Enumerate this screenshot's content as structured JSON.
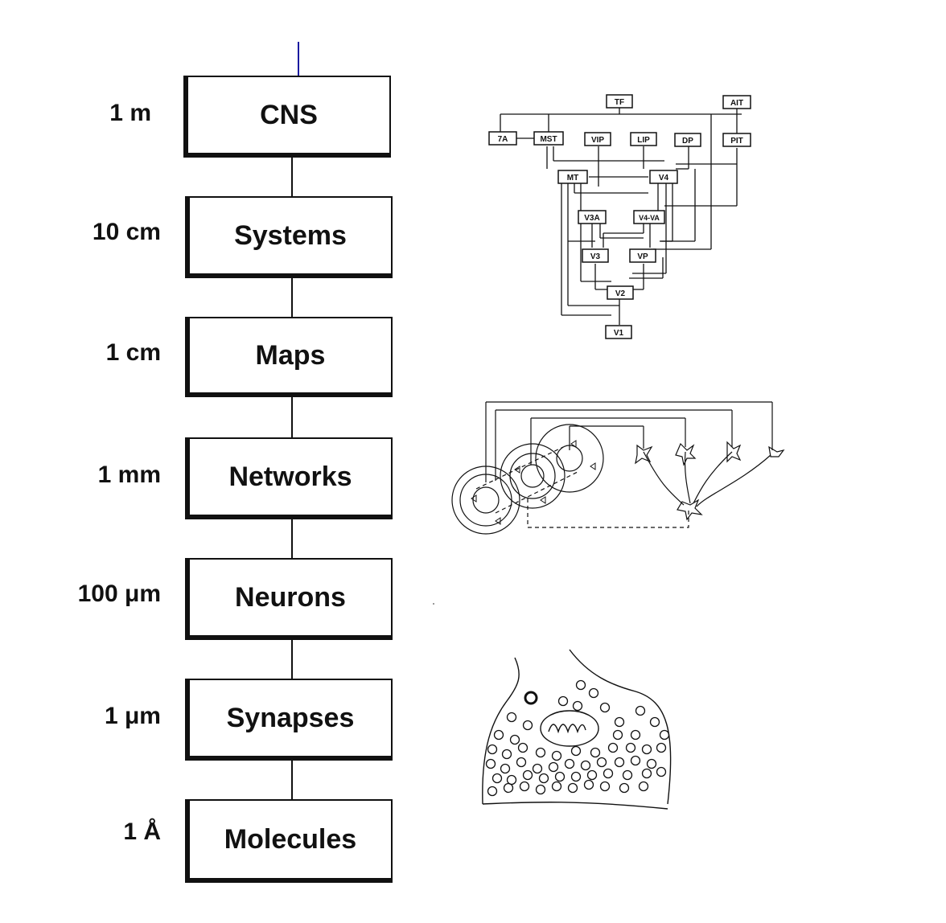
{
  "levels": [
    {
      "scale": "1 m",
      "label": "CNS"
    },
    {
      "scale": "10 cm",
      "label": "Systems"
    },
    {
      "scale": "1 cm",
      "label": "Maps"
    },
    {
      "scale": "1 mm",
      "label": "Networks"
    },
    {
      "scale": "100 μm",
      "label": "Neurons"
    },
    {
      "scale": "1 μm",
      "label": "Synapses"
    },
    {
      "scale": "1 Å",
      "label": "Molecules"
    }
  ],
  "areas": {
    "tf": "TF",
    "ait": "AIT",
    "a7": "7A",
    "mst": "MST",
    "vip": "VIP",
    "lip": "LIP",
    "dp": "DP",
    "pit": "PIT",
    "mt": "MT",
    "v4": "V4",
    "v3a": "V3A",
    "v4va": "V4-VA",
    "v3": "V3",
    "vp": "VP",
    "v2": "V2",
    "v1": "V1"
  },
  "colors": {
    "line": "#111111",
    "accent": "#1a1aa0"
  }
}
